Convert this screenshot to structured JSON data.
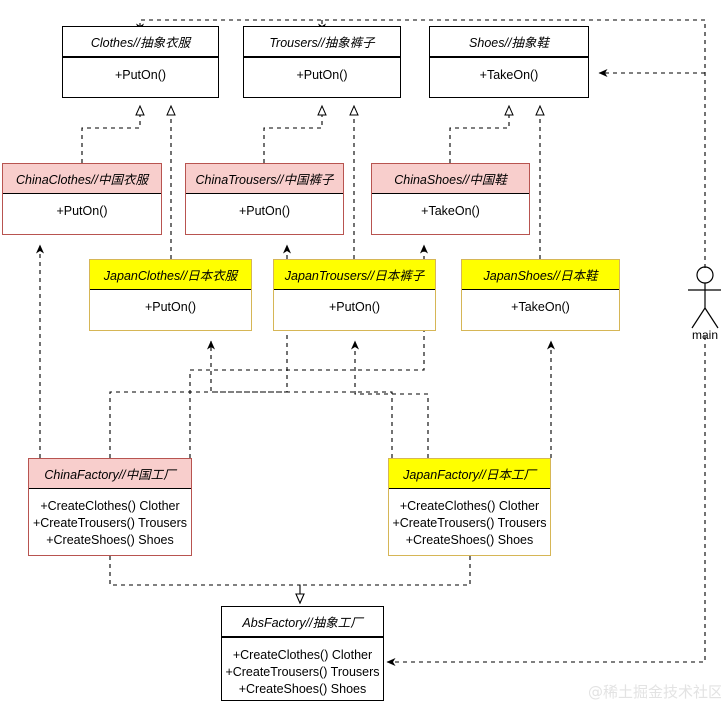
{
  "diagram": {
    "title": "Abstract Factory UML class diagram",
    "watermark": "@稀土掘金技术社区",
    "actor": {
      "name": "main",
      "icon": "actor-stick-figure-icon"
    },
    "colors": {
      "abstract_fill": "#ffffff",
      "abstract_stroke": "#000000",
      "china_fill": "#f8cecc",
      "china_stroke": "#b85450",
      "japan_fill": "#ffff00",
      "japan_stroke": "#d6b656",
      "line": "#000000",
      "watermark": "#e3e3e3"
    },
    "classes": {
      "clothes": {
        "name": "Clothes//抽象衣服",
        "members": [
          "+PutOn()"
        ]
      },
      "trousers": {
        "name": "Trousers//抽象裤子",
        "members": [
          "+PutOn()"
        ]
      },
      "shoes": {
        "name": "Shoes//抽象鞋",
        "members": [
          "+TakeOn()"
        ]
      },
      "china_clothes": {
        "name": "ChinaClothes//中国衣服",
        "members": [
          "+PutOn()"
        ]
      },
      "china_trousers": {
        "name": "ChinaTrousers//中国裤子",
        "members": [
          "+PutOn()"
        ]
      },
      "china_shoes": {
        "name": "ChinaShoes//中国鞋",
        "members": [
          "+TakeOn()"
        ]
      },
      "japan_clothes": {
        "name": "JapanClothes//日本衣服",
        "members": [
          "+PutOn()"
        ]
      },
      "japan_trousers": {
        "name": "JapanTrousers//日本裤子",
        "members": [
          "+PutOn()"
        ]
      },
      "japan_shoes": {
        "name": "JapanShoes//日本鞋",
        "members": [
          "+TakeOn()"
        ]
      },
      "china_factory": {
        "name": "ChinaFactory//中国工厂",
        "members": [
          "+CreateClothes() Clother",
          "+CreateTrousers() Trousers",
          "+CreateShoes() Shoes"
        ]
      },
      "japan_factory": {
        "name": "JapanFactory//日本工厂",
        "members": [
          "+CreateClothes() Clother",
          "+CreateTrousers() Trousers",
          "+CreateShoes() Shoes"
        ]
      },
      "abs_factory": {
        "name": "AbsFactory//抽象工厂",
        "members": [
          "+CreateClothes() Clother",
          "+CreateTrousers() Trousers",
          "+CreateShoes() Shoes"
        ]
      }
    },
    "relations": [
      {
        "from": "china_clothes",
        "to": "clothes",
        "type": "realization"
      },
      {
        "from": "japan_clothes",
        "to": "clothes",
        "type": "realization"
      },
      {
        "from": "china_trousers",
        "to": "trousers",
        "type": "realization"
      },
      {
        "from": "japan_trousers",
        "to": "trousers",
        "type": "realization"
      },
      {
        "from": "china_shoes",
        "to": "shoes",
        "type": "realization"
      },
      {
        "from": "japan_shoes",
        "to": "shoes",
        "type": "realization"
      },
      {
        "from": "china_factory",
        "to": "china_clothes",
        "type": "dependency"
      },
      {
        "from": "china_factory",
        "to": "china_trousers",
        "type": "dependency"
      },
      {
        "from": "china_factory",
        "to": "china_shoes",
        "type": "dependency"
      },
      {
        "from": "japan_factory",
        "to": "japan_clothes",
        "type": "dependency"
      },
      {
        "from": "japan_factory",
        "to": "japan_trousers",
        "type": "dependency"
      },
      {
        "from": "japan_factory",
        "to": "japan_shoes",
        "type": "dependency"
      },
      {
        "from": "china_factory",
        "to": "abs_factory",
        "type": "realization"
      },
      {
        "from": "japan_factory",
        "to": "abs_factory",
        "type": "realization"
      },
      {
        "from": "main",
        "to": "clothes",
        "type": "dependency"
      },
      {
        "from": "main",
        "to": "trousers",
        "type": "dependency"
      },
      {
        "from": "main",
        "to": "shoes",
        "type": "dependency"
      },
      {
        "from": "main",
        "to": "abs_factory",
        "type": "dependency"
      }
    ]
  }
}
